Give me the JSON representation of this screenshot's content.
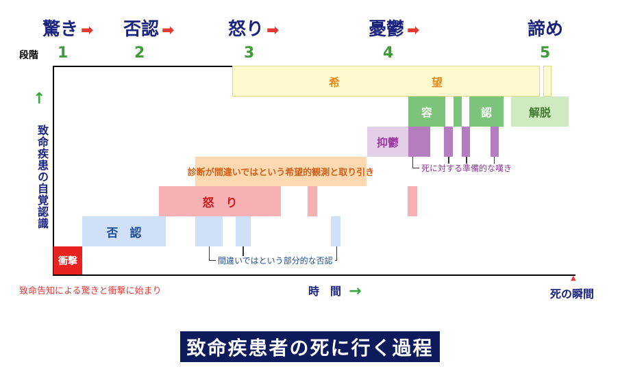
{
  "stages": [
    {
      "label": "驚き",
      "num": "1",
      "arrow": "➡"
    },
    {
      "label": "否認",
      "num": "2",
      "arrow": "➡"
    },
    {
      "label": "怒り",
      "num": "3",
      "arrow": "➡"
    },
    {
      "label": "憂鬱",
      "num": "4",
      "arrow": "➡"
    },
    {
      "label": "諦め",
      "num": "5",
      "arrow": ""
    }
  ],
  "steps_label": "段階",
  "bars": {
    "hope_left": "希",
    "hope_right": "望",
    "acceptance_left": "容",
    "acceptance_right": "認",
    "liberation": "解脱",
    "depression": "抑鬱",
    "partial_denial_hope": "診断が間違いではという希望的観測と取り引き",
    "anger": "怒　り",
    "denial": "否　認",
    "shock": "衝撃"
  },
  "annotations": {
    "prep_grief": "死に対する準備的な嘆き",
    "partial_denial": "間違いではという部分的な否認"
  },
  "axis": {
    "y_label": "致命疾患の自覚認識",
    "y_arrow": "↑",
    "x_label": "時　間",
    "x_arrow": "→",
    "start_note": "致命告知による驚きと衝撃に始まり",
    "end_note": "死の瞬間",
    "end_marker": "▲"
  },
  "title": "致命疾患者の死に行く過程",
  "colors": {
    "hope": "#fffacd",
    "hope_border": "#e0d98a",
    "acceptance": "#7cc47a",
    "acceptance_text": "#ffffff",
    "liberation": "#cfeac0",
    "liberation_text": "#3f7a2f",
    "depression": "#b57cbf",
    "depression_light": "#e3cfe8",
    "bargain": "#fcd9b0",
    "bargain_text": "#d4601a",
    "anger": "#f7b0b3",
    "anger_text": "#c81e1e",
    "denial": "#cfe0f7",
    "denial_text": "#1f4e99",
    "shock": "#e8231f",
    "shock_text": "#ffffff",
    "stage_text": "#1a237e",
    "stage_num": "#3f9a3a",
    "arrow_red": "#e53935",
    "arrow_green": "#3aa63a",
    "title_bg": "#0d1a5b"
  }
}
